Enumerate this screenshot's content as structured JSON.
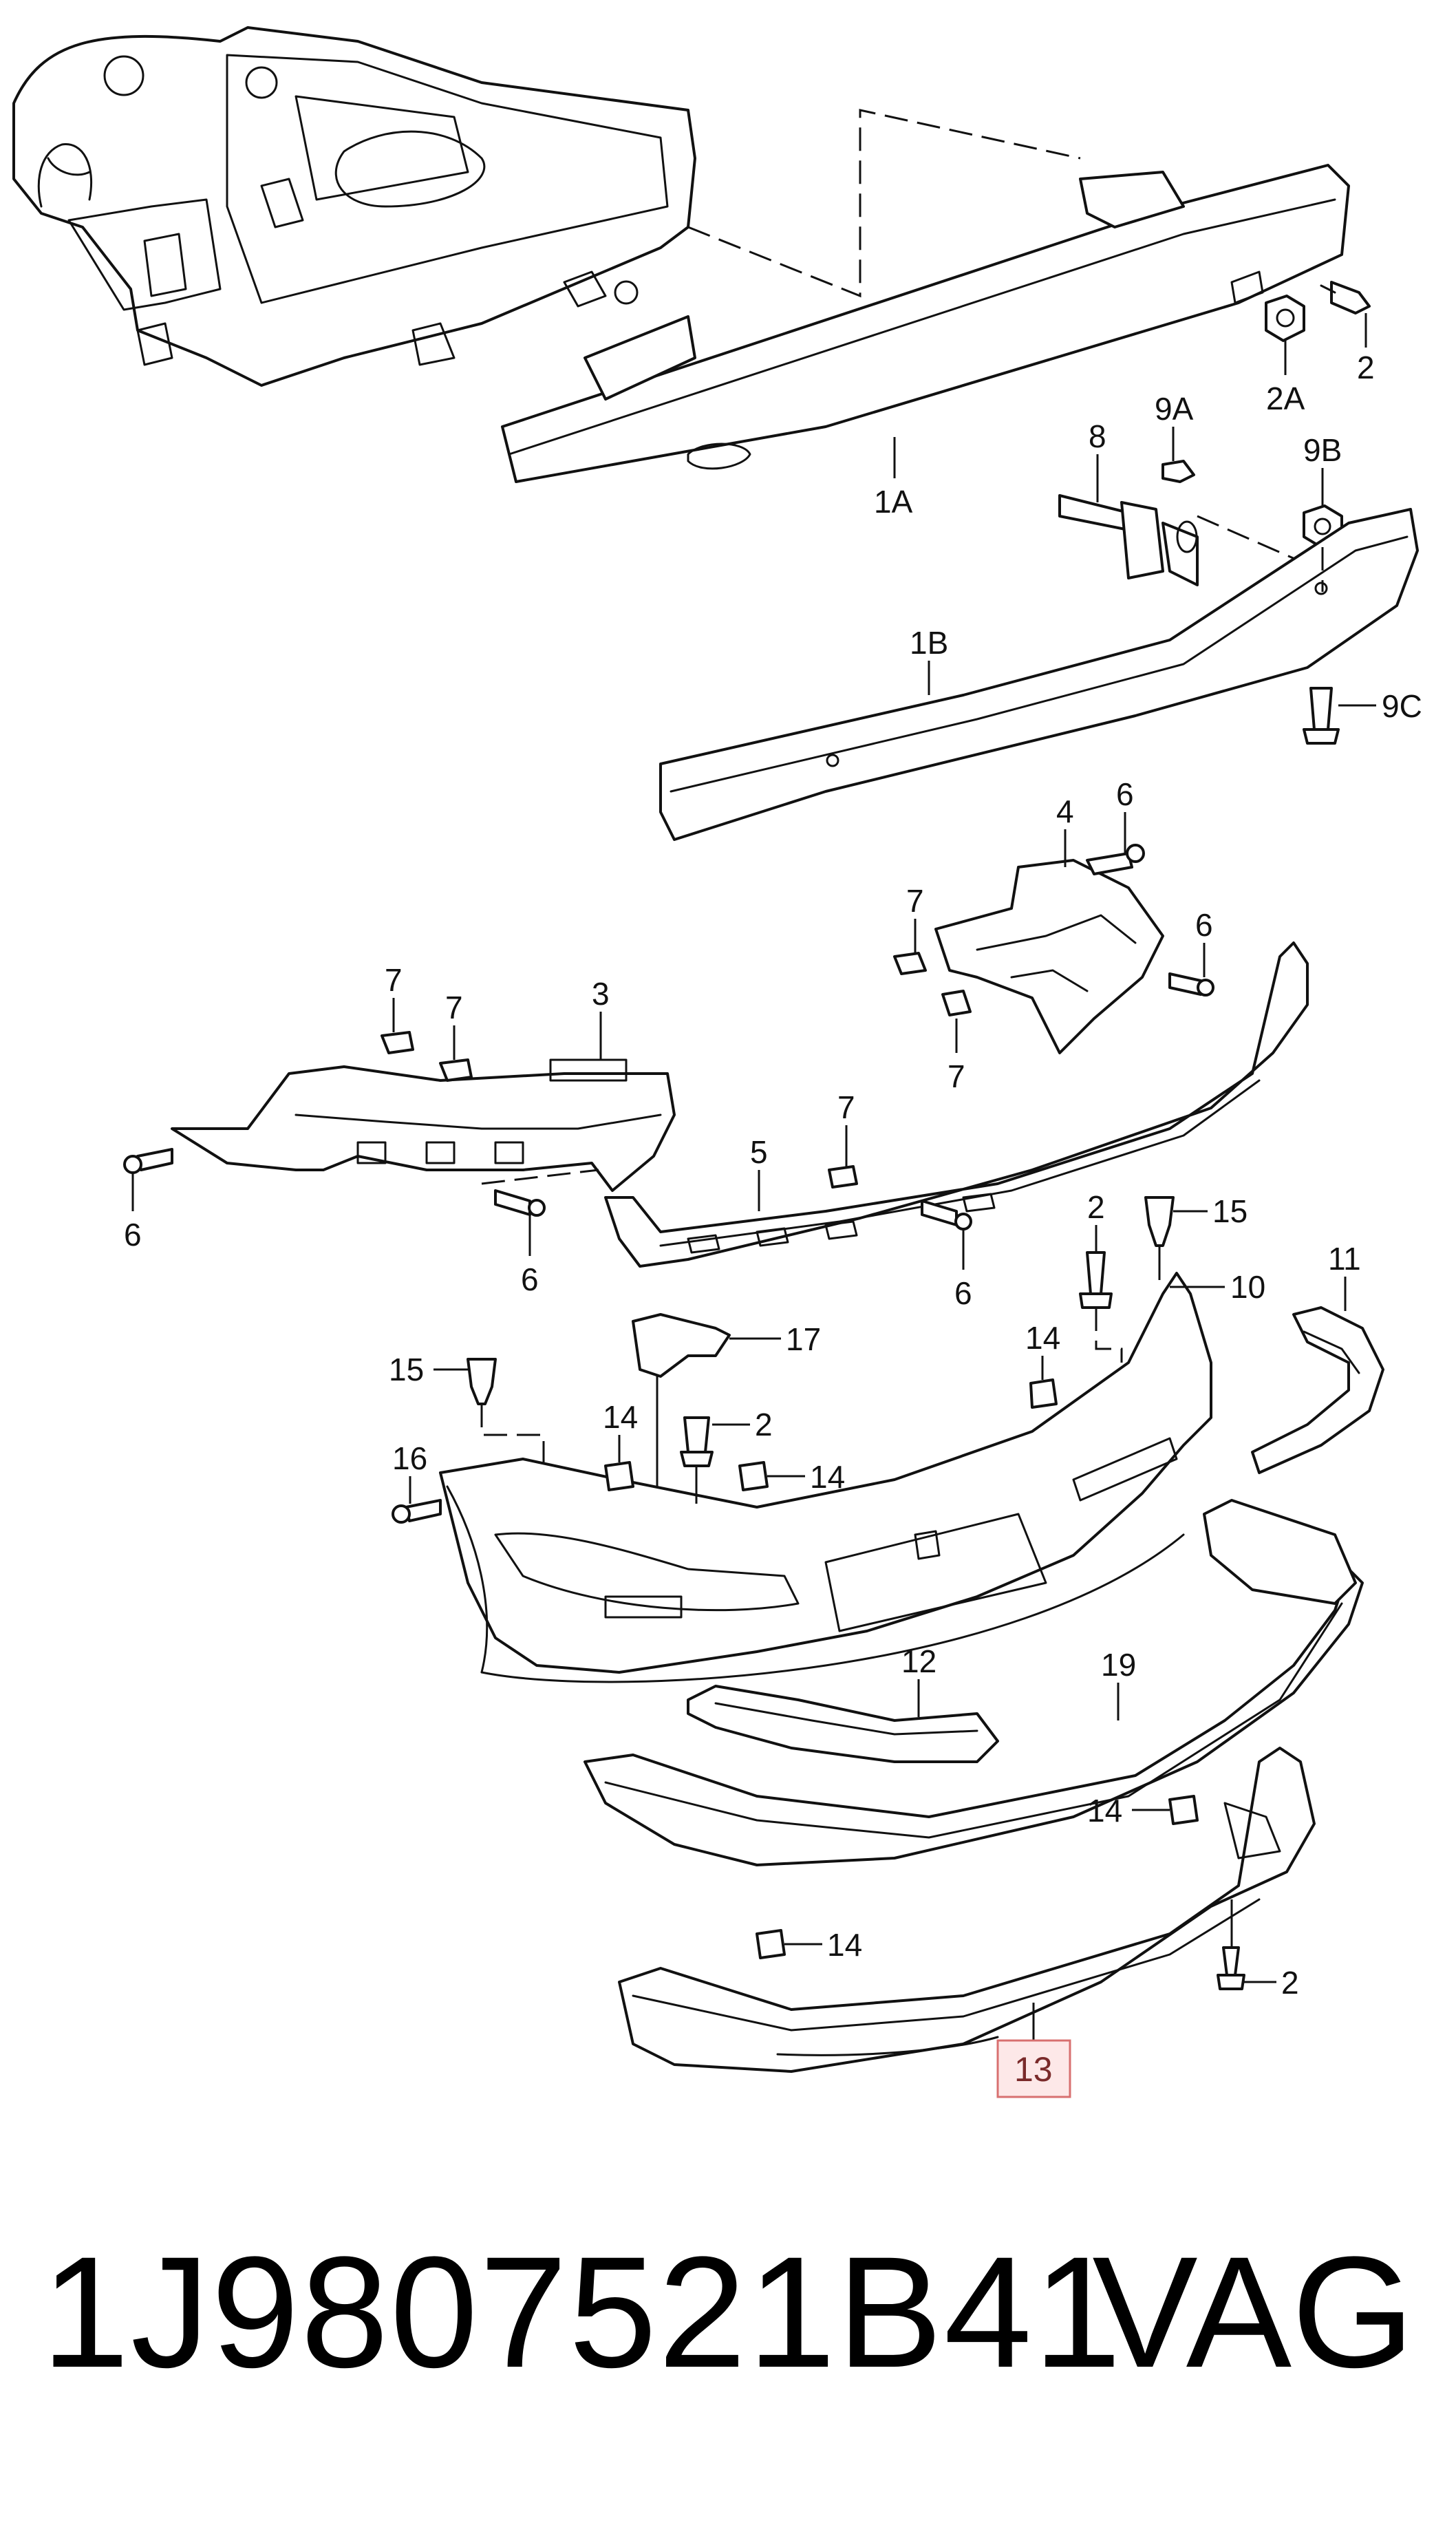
{
  "labels": {
    "l_1A": "1A",
    "l_2_top": "2",
    "l_2A": "2A",
    "l_8": "8",
    "l_9A": "9A",
    "l_9B": "9B",
    "l_1B": "1B",
    "l_9C": "9C",
    "l_4": "4",
    "l_6_a": "6",
    "l_7_a": "7",
    "l_6_b": "6",
    "l_7_b": "7",
    "l_7_c": "7",
    "l_7_d": "7",
    "l_3": "3",
    "l_6_c": "6",
    "l_6_d": "6",
    "l_5": "5",
    "l_7_e": "7",
    "l_6_e": "6",
    "l_2_mid": "2",
    "l_15_r": "15",
    "l_10": "10",
    "l_11": "11",
    "l_14_a": "14",
    "l_17": "17",
    "l_15_l": "15",
    "l_14_b": "14",
    "l_2_b": "2",
    "l_16": "16",
    "l_14_c": "14",
    "l_12": "12",
    "l_19": "19",
    "l_14_d": "14",
    "l_14_e": "14",
    "l_2_bottom": "2",
    "l_13": "13"
  },
  "footer": {
    "part_number": "1J9807521B41",
    "brand": "VAG"
  },
  "colors": {
    "highlight_fill": "#fde8e8",
    "highlight_stroke": "#d87070",
    "line": "#111111"
  }
}
